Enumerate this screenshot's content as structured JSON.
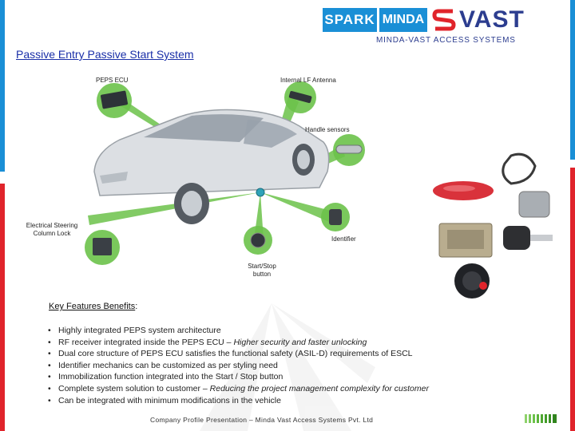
{
  "header": {
    "logo_spark": "SPARK",
    "logo_minda": "MINDA",
    "logo_vast": "VAST",
    "logo_tagline": "MINDA-VAST ACCESS SYSTEMS"
  },
  "title": "Passive Entry Passive Start System",
  "diagram": {
    "labels": {
      "peps_ecu": "PEPS ECU",
      "lf_antenna": "Internal LF Antenna",
      "handle_sensors": "Handle sensors",
      "steering_lock_line1": "Electrical Steering",
      "steering_lock_line2": "Column Lock",
      "identifier": "Identifier",
      "start_stop_line1": "Start/Stop",
      "start_stop_line2": "button"
    }
  },
  "features": {
    "heading": "Key Features Benefits",
    "heading_suffix": ":",
    "items": [
      {
        "text": "Highly integrated PEPS system architecture",
        "italic": ""
      },
      {
        "text": "RF receiver integrated inside the PEPS ECU – ",
        "italic": "Higher security and faster unlocking"
      },
      {
        "text": "Dual core structure of PEPS ECU satisfies the functional safety (ASIL-D) requirements of ESCL",
        "italic": ""
      },
      {
        "text": "Identifier mechanics can be customized as per styling need",
        "italic": ""
      },
      {
        "text": "Immobilization function integrated into the Start / Stop button",
        "italic": ""
      },
      {
        "text": "Complete system solution to customer – ",
        "italic": "Reducing the project management complexity for customer"
      },
      {
        "text": "Can be integrated with minimum modifications in the vehicle",
        "italic": ""
      }
    ],
    "bullet": "•"
  },
  "footer": "Company Profile Presentation – Minda Vast Access Systems Pvt. Ltd",
  "colors": {
    "accent_red": "#e0242b",
    "accent_blue": "#1a8fd6",
    "ray_green": "#6cc24a",
    "title_blue": "#1a2fa8"
  }
}
